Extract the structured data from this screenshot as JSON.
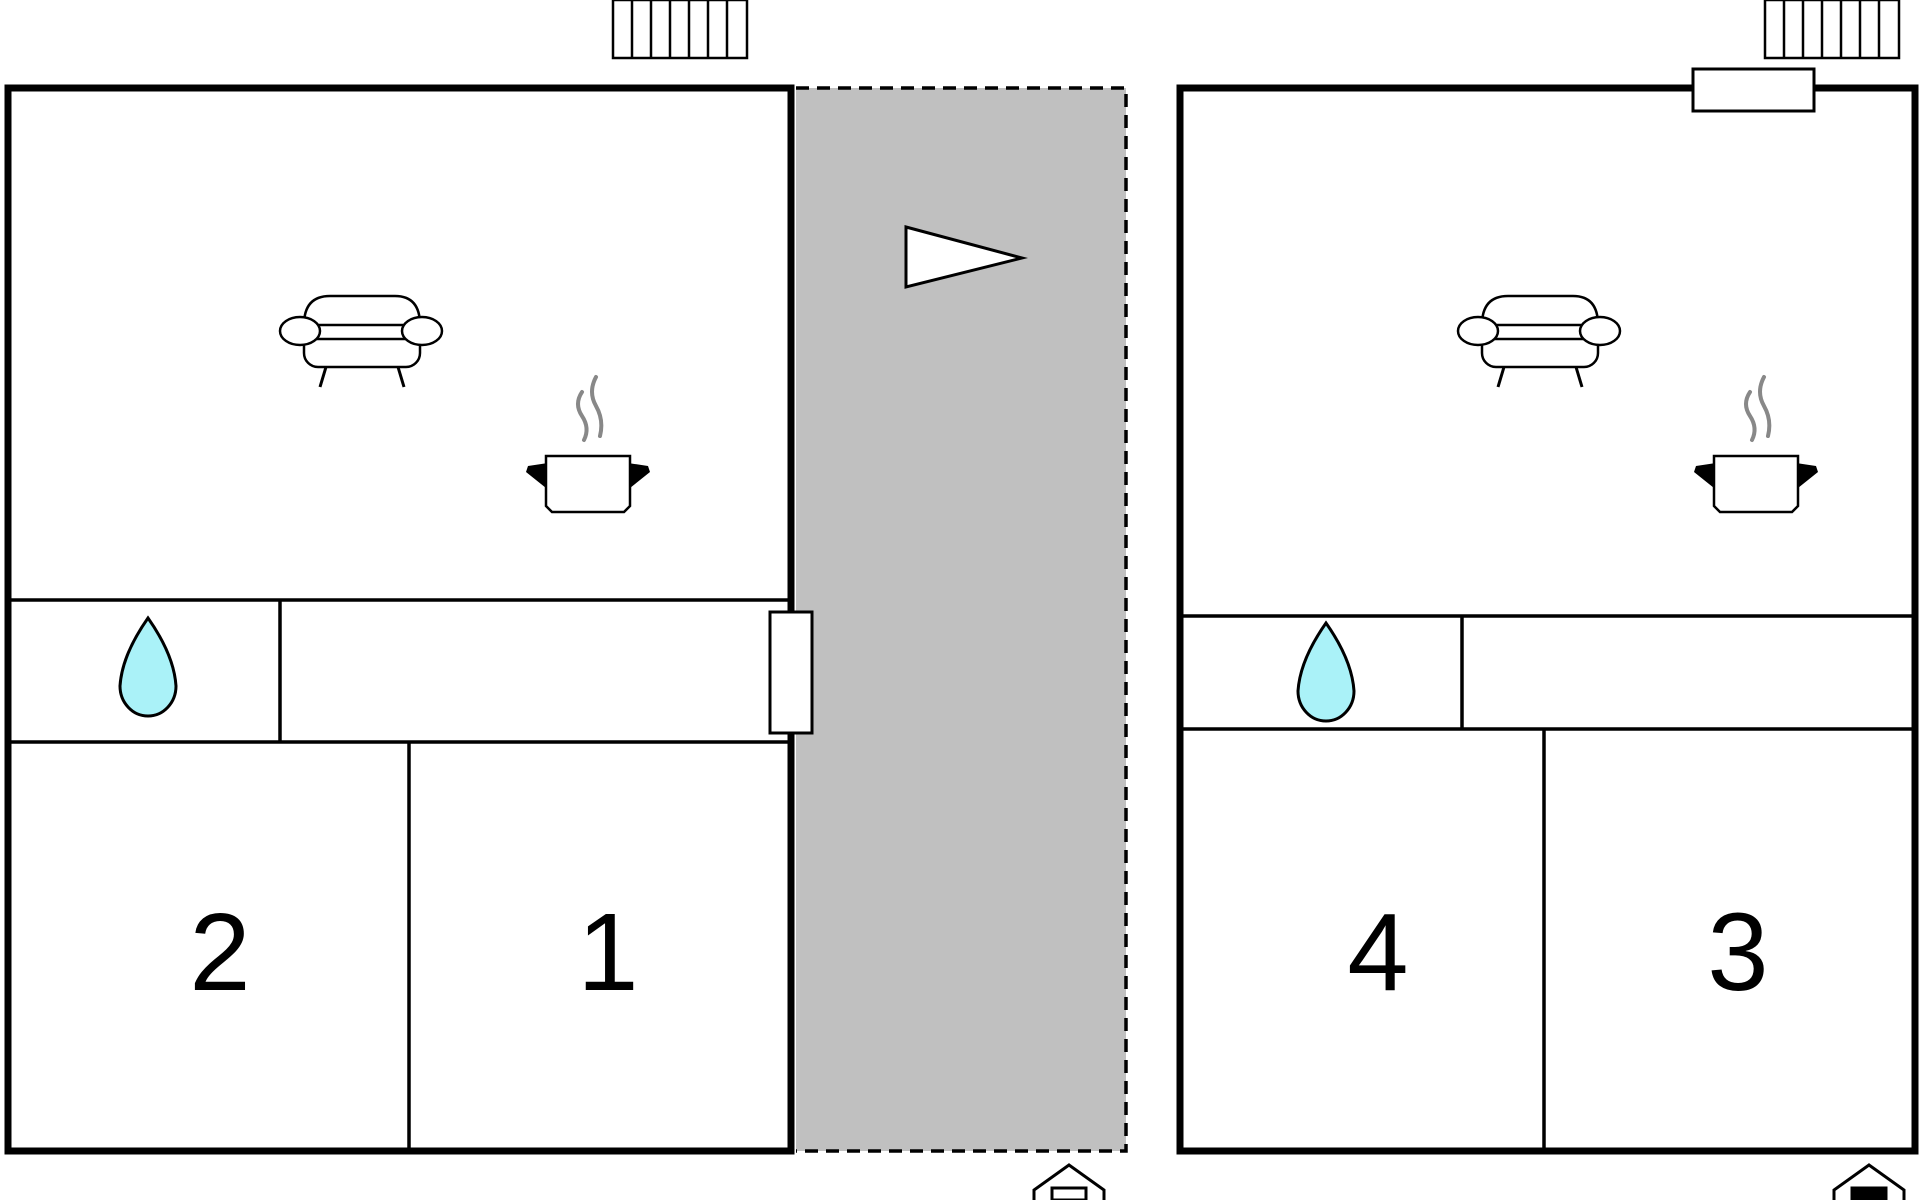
{
  "units": [
    {
      "id": "left",
      "rooms": [
        {
          "label": "2"
        },
        {
          "label": "1"
        }
      ]
    },
    {
      "id": "right",
      "rooms": [
        {
          "label": "4"
        },
        {
          "label": "3"
        }
      ]
    }
  ],
  "colors": {
    "wall": "#000000",
    "terrace": "#c0c0c0",
    "water_drop": "#aaf2f8",
    "steam": "#888888",
    "background": "#ffffff"
  },
  "icons": [
    "sofa-icon",
    "cooking-pot-icon",
    "water-drop-icon",
    "radiator-icon",
    "door-icon",
    "compass-arrow-icon",
    "entrance-icon"
  ]
}
